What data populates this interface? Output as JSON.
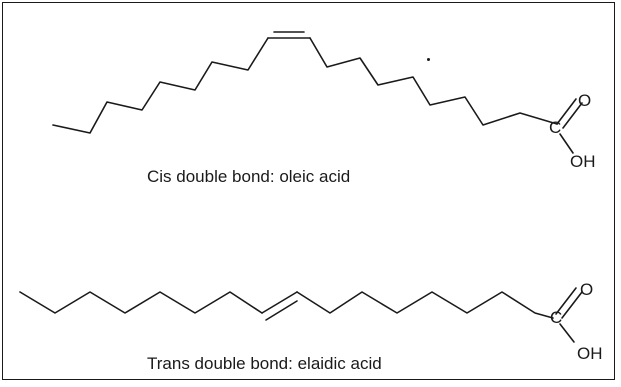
{
  "oleic": {
    "caption": "Cis double bond: oleic acid",
    "carbonyl_o": "O",
    "carboxyl_c": "C",
    "hydroxyl": "OH"
  },
  "elaidic": {
    "caption": "Trans double bond: elaidic acid",
    "carbonyl_o": "O",
    "carboxyl_c": "C",
    "hydroxyl": "OH"
  },
  "colors": {
    "ink": "#1a1a1a",
    "background": "#ffffff"
  }
}
